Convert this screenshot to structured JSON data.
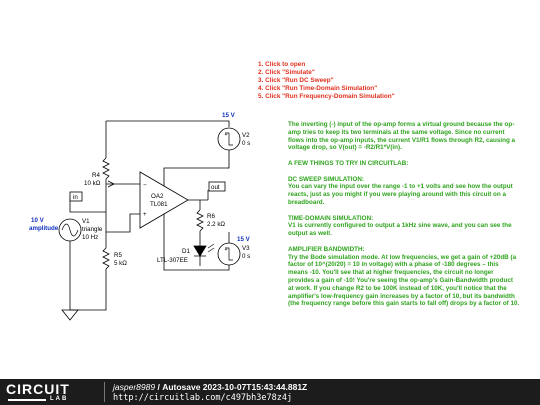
{
  "steps": [
    "1. Click to open",
    "2. Click \"Simulate\"",
    "3. Click \"Run DC Sweep\"",
    "4. Click \"Run Time-Domain Simulation\"",
    "5. Click \"Run Frequency-Domain Simulation\""
  ],
  "description": {
    "intro": "The inverting (-) input of the op-amp forms a virtual ground because the op-amp tries to keep its two terminals at the same voltage. Since no current flows into the op-amp inputs, the current V1/R1 flows through R2, causing a voltage drop, so V(out) = -R2/R1*V(in).",
    "few_things": "A FEW THINGS TO TRY IN CIRCUITLAB:",
    "dc_heading": "DC SWEEP SIMULATION:",
    "dc_body": "You can vary the input over the range -1 to +1 volts and see how the output reacts, just as you might if you were playing around with this circuit on a breadboard.",
    "td_heading": "TIME-DOMAIN SIMULATION:",
    "td_body": "V1 is currently configured to output a 1kHz sine wave, and you can see the output as well.",
    "bw_heading": "AMPLIFIER BANDWIDTH:",
    "bw_body": "Try the Bode simulation mode. At low frequencies, we get a gain of +20dB (a factor of 10^(20/20) = 10 in voltage) with a phase of -180 degrees – this means -10. You'll see that at higher frequencies, the circuit no longer provides a gain of -10! You're seeing the op-amp's Gain-Bandwidth product at work. If you change R2 to be 100K instead of 10K, you'll notice that the amplifier's low-frequency gain increases by a factor of 10, but its bandwidth (the frequency range before this gain starts to fall off) drops by a factor of 10."
  },
  "schematic": {
    "v2_top_label": "15 V",
    "v2_name": "V2",
    "v2_value": "0 s",
    "v3_top_label": "15 V",
    "v3_name": "V3",
    "v3_value": "0 s",
    "r4_name": "R4",
    "r4_value": "10 kΩ",
    "oa_name": "OA2",
    "oa_model": "TL081",
    "minus_sign": "−",
    "plus_sign": "+",
    "out_label": "out",
    "in_label": "in",
    "r6_name": "R6",
    "r6_value": "2.2 kΩ",
    "d1_name": "D1",
    "d1_model": "LTL-307EE",
    "v1_amp_label": "10 V",
    "v1_amp_word": "amplitude",
    "v1_name": "V1",
    "v1_wave": "triangle",
    "v1_freq": "10 Hz",
    "r5_name": "R5",
    "r5_value": "5 kΩ",
    "wire_color": "#000000",
    "label_color": "#1030c0"
  },
  "footer": {
    "logo_word": "CIRCUIT",
    "logo_sub": "LAB",
    "user": "jasper8989",
    "separator": "/",
    "title": "Autosave 2023-10-07T15:43:44.881Z",
    "url": "http://circuitlab.com/c497bh3e78z4j"
  }
}
